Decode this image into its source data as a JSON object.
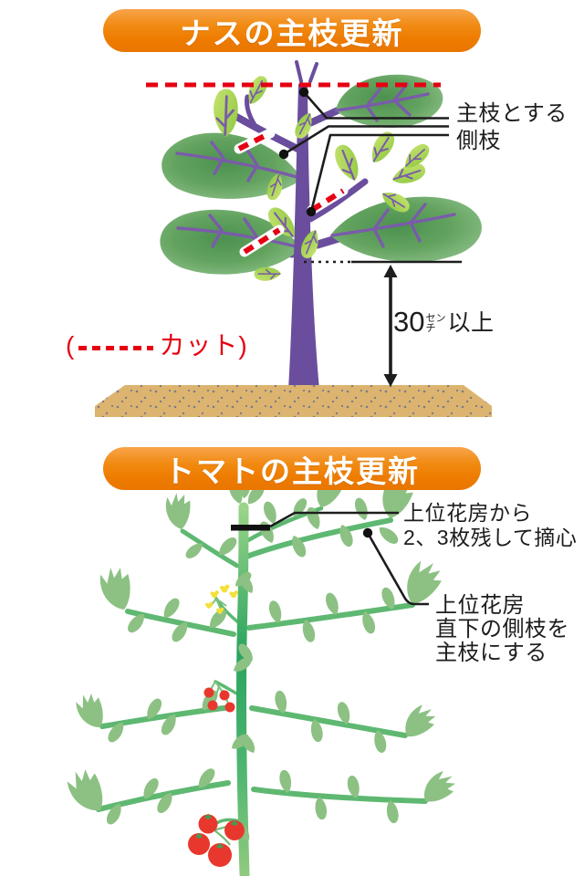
{
  "colors": {
    "banner_orange": "#ee7c00",
    "banner_orange_light": "#f7a44b",
    "cut_red": "#e60012",
    "line_black": "#1d1d1d",
    "eggplant_stem_purple": "#6a4e9d",
    "eggplant_leaf_green": "#5f9f5b",
    "eggplant_small_leaf_green": "#a8d14f",
    "soil_tan": "#dcb46f",
    "tomato_stem_green": "#2aa45f",
    "tomato_leaf_green": "#8cc183",
    "tomato_fruit_red": "#e8382d",
    "flower_yellow": "#f4e03a"
  },
  "eggplant": {
    "title": "ナスの主枝更新",
    "callout_side_branch": {
      "line1": "主枝とする",
      "line2": "側枝"
    },
    "measurement": {
      "value": "30",
      "unit_top": "セン",
      "unit_bottom": "チ",
      "suffix": "以上"
    },
    "cut_legend": {
      "open": "(",
      "label": "カット",
      "close": ")"
    }
  },
  "tomato": {
    "title": "トマトの主枝更新",
    "callout_pinch": {
      "line1": "上位花房から",
      "line2": "2、3枚残して摘心"
    },
    "callout_side_shoot": {
      "line1": "上位花房",
      "line2": "直下の側枝を",
      "line3": "主枝にする"
    }
  }
}
